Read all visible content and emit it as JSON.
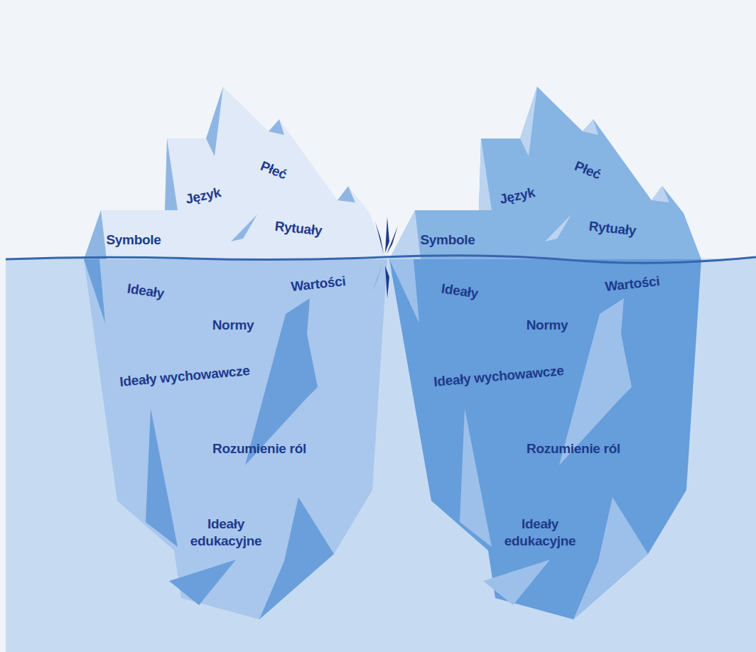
{
  "diagram": {
    "nodes": [
      {
        "text": [
          "Płeć",
          "Język",
          "Symbole",
          "Rytuały",
          "Ideały",
          "Wartości",
          "Normy",
          "Ideały wychowawcze",
          "Rozumienie ról",
          "Ideały edukacyjne"
        ]
      },
      {
        "text": [
          "Płeć",
          "Język",
          "Symbole",
          "Rytuały",
          "Ideały",
          "Wartości",
          "Normy",
          "Ideały wychowawcze",
          "Rozumienie ról",
          "Ideały edukacyjne"
        ]
      }
    ]
  }
}
